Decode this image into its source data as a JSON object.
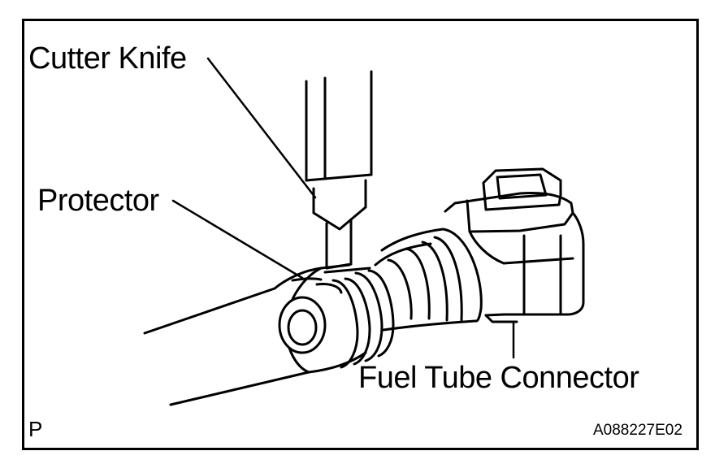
{
  "labels": {
    "cutter_knife": "Cutter Knife",
    "protector": "Protector",
    "fuel_tube_connector": "Fuel Tube Connector",
    "corner_mark": "P",
    "figure_code": "A088227E02"
  },
  "colors": {
    "ink": "#000000",
    "paper": "#ffffff"
  }
}
